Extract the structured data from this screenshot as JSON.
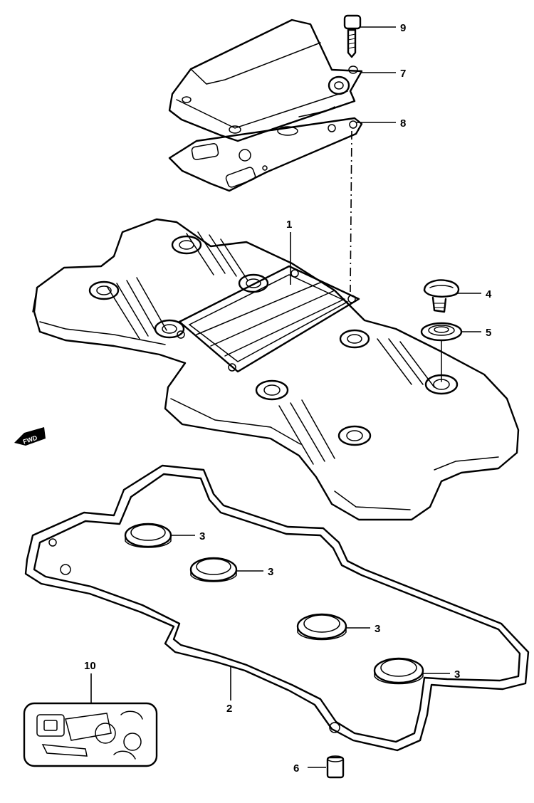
{
  "diagram": {
    "fwd_label": "FWD",
    "callouts": [
      {
        "id": "c9",
        "text": "9"
      },
      {
        "id": "c7",
        "text": "7"
      },
      {
        "id": "c8",
        "text": "8"
      },
      {
        "id": "c1",
        "text": "1"
      },
      {
        "id": "c4",
        "text": "4"
      },
      {
        "id": "c5",
        "text": "5"
      },
      {
        "id": "c3a",
        "text": "3"
      },
      {
        "id": "c3b",
        "text": "3"
      },
      {
        "id": "c3c",
        "text": "3"
      },
      {
        "id": "c3d",
        "text": "3"
      },
      {
        "id": "c10",
        "text": "10"
      },
      {
        "id": "c2",
        "text": "2"
      },
      {
        "id": "c6",
        "text": "6"
      }
    ]
  }
}
